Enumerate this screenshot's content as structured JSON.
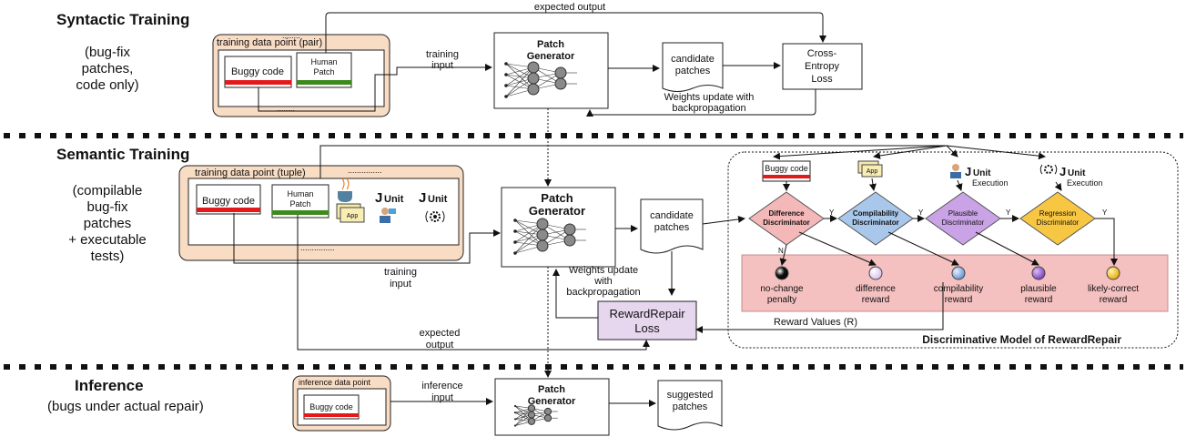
{
  "sections": {
    "syntactic": {
      "title": "Syntactic Training",
      "subtitle": [
        "(bug-fix",
        "patches,",
        "code only)"
      ]
    },
    "semantic": {
      "title": "Semantic Training",
      "subtitle": [
        "(compilable",
        "bug-fix",
        "patches",
        "+ executable",
        "tests)"
      ]
    },
    "inference": {
      "title": "Inference",
      "subtitle": [
        "(bugs under actual repair)"
      ]
    }
  },
  "syntactic": {
    "data_point_label": "training data point (pair)",
    "buggy_code": "Buggy code",
    "human_patch": [
      "Human",
      "Patch"
    ],
    "dots": "........",
    "training_input": [
      "training",
      "input"
    ],
    "expected_output": "expected output",
    "generator": [
      "Patch",
      "Generator"
    ],
    "candidate": [
      "candidate",
      "patches"
    ],
    "loss": [
      "Cross-",
      "Entropy",
      "Loss"
    ],
    "weights": [
      "Weights update with",
      "backpropagation"
    ]
  },
  "semantic": {
    "data_point_label": "training data point (tuple)",
    "buggy_code": "Buggy code",
    "human_patch": [
      "Human",
      "Patch"
    ],
    "app_label": "App",
    "junit_j": "J",
    "junit_unit": "Unit",
    "dots": "...............",
    "training_input": [
      "training",
      "input"
    ],
    "expected_output": [
      "expected",
      "output"
    ],
    "generator": [
      "Patch",
      "Generator"
    ],
    "candidate": [
      "candidate",
      "patches"
    ],
    "weights": [
      "Weights update",
      "with",
      "backpropagation"
    ],
    "loss": [
      "RewardRepair",
      "Loss"
    ],
    "reward_values": "Reward Values (R)"
  },
  "discriminative": {
    "title": "Discriminative Model of RewardRepair",
    "buggy_code": "Buggy code",
    "app_label": "App",
    "execution": "Execution",
    "yes": "Y",
    "no": "N",
    "diamonds": [
      {
        "name": [
          "Difference",
          "Discriminator"
        ],
        "color": "#f4b8b8"
      },
      {
        "name": [
          "Compilability",
          "Discriminator"
        ],
        "color": "#a9c7ea"
      },
      {
        "name": [
          "Plausible",
          "Discriminator"
        ],
        "color": "#c9a3e6"
      },
      {
        "name": [
          "Regression",
          "Discriminator"
        ],
        "color": "#f7c744"
      }
    ],
    "rewards": [
      {
        "label": [
          "no-change",
          "penalty"
        ],
        "color": "#222222"
      },
      {
        "label": [
          "difference",
          "reward"
        ],
        "color": "#ead8f4"
      },
      {
        "label": [
          "compilability",
          "reward"
        ],
        "color": "#8fb4e3"
      },
      {
        "label": [
          "plausible",
          "reward"
        ],
        "color": "#9a5cd0"
      },
      {
        "label": [
          "likely-correct",
          "reward"
        ],
        "color": "#f4c430"
      }
    ]
  },
  "inference": {
    "data_point_label": "inference data point",
    "buggy_code": "Buggy code",
    "input": [
      "inference",
      "input"
    ],
    "generator": [
      "Patch",
      "Generator"
    ],
    "output": [
      "suggested",
      "patches"
    ]
  },
  "colors": {
    "data_box": "#f9dcc4",
    "reward_band": "#f4c0c0",
    "loss_box": "#e6d6ee",
    "red": "#e31a1c",
    "green": "#3d8a1c"
  }
}
